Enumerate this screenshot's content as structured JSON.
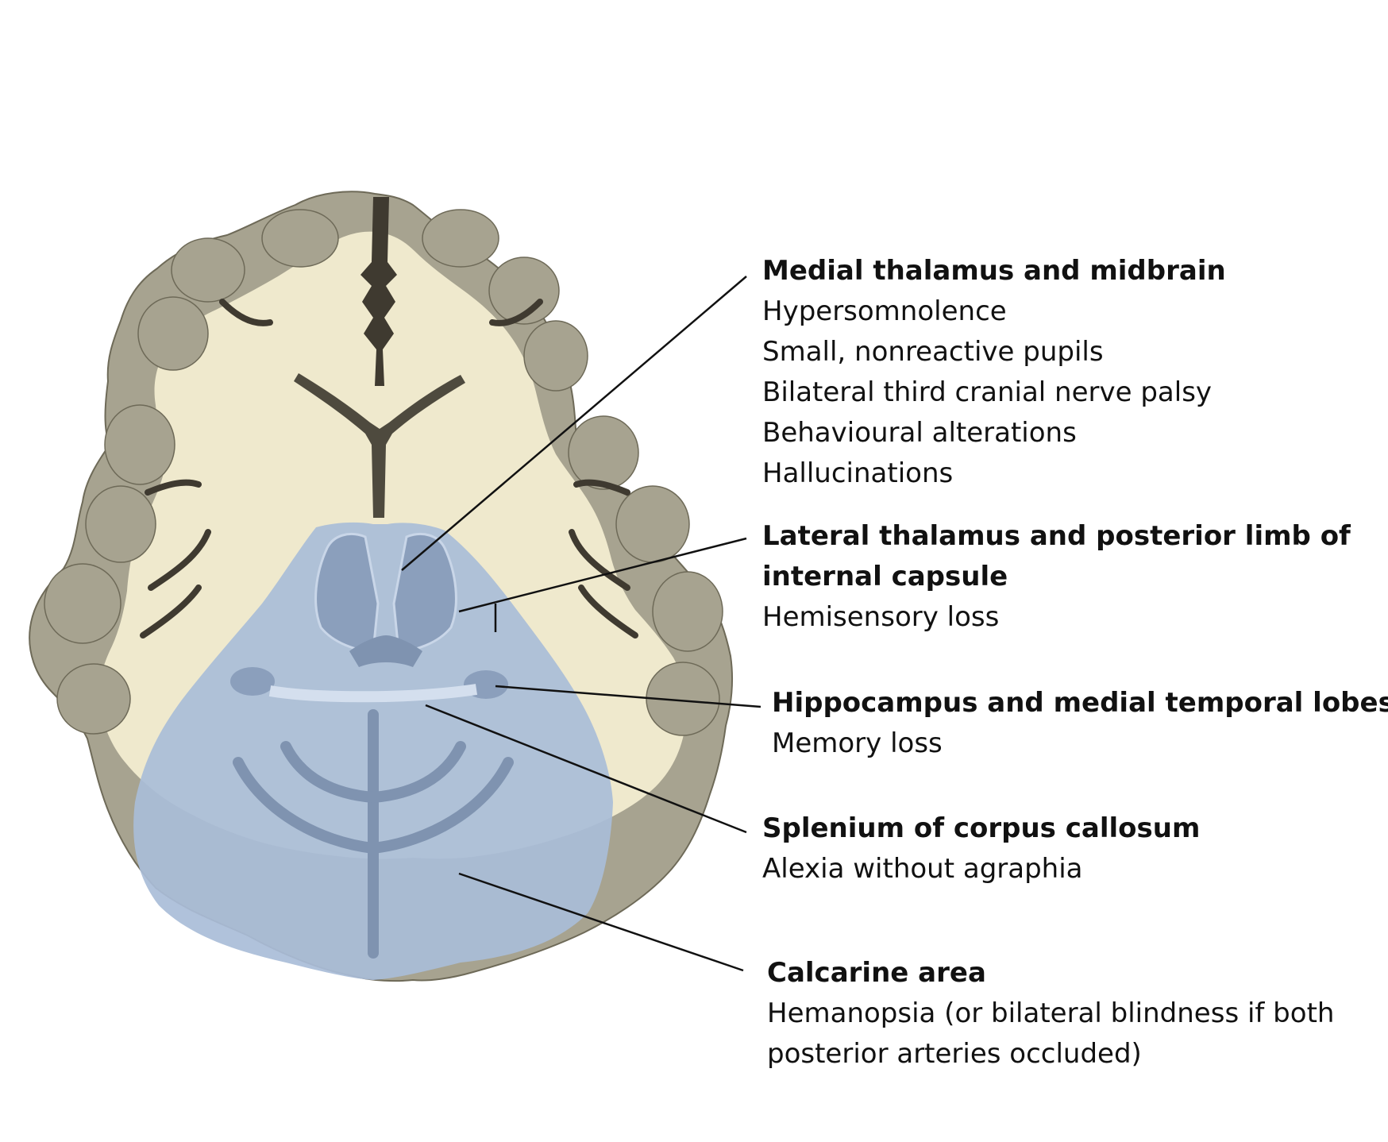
{
  "colors": {
    "cortex": "#a7a390",
    "white_matter": "#efe9cd",
    "sulci": "#3f3a30",
    "ventricles": "#4e4a3e",
    "pca_territory": "#a9bdd8",
    "pca_dark": "#8b9fbc",
    "leader_lines": "#111111"
  },
  "labels": [
    {
      "id": "medial",
      "title": "Medial thalamus and midbrain",
      "lines": [
        "Hypersomnolence",
        "Small, nonreactive pupils",
        "Bilateral third cranial nerve palsy",
        "Behavioural alterations",
        "Hallucinations"
      ]
    },
    {
      "id": "lateral",
      "title": [
        "Lateral thalamus and posterior limb of",
        "internal capsule"
      ],
      "lines": [
        "Hemisensory loss"
      ]
    },
    {
      "id": "hippo",
      "title": "Hippocampus and medial temporal lobes",
      "lines": [
        "Memory loss"
      ]
    },
    {
      "id": "splenium",
      "title": "Splenium of corpus callosum",
      "lines": [
        "Alexia without agraphia"
      ]
    },
    {
      "id": "calcarine",
      "title": "Calcarine area",
      "lines": [
        "Hemanopsia (or bilateral blindness if both",
        "posterior arteries occluded)"
      ]
    }
  ]
}
